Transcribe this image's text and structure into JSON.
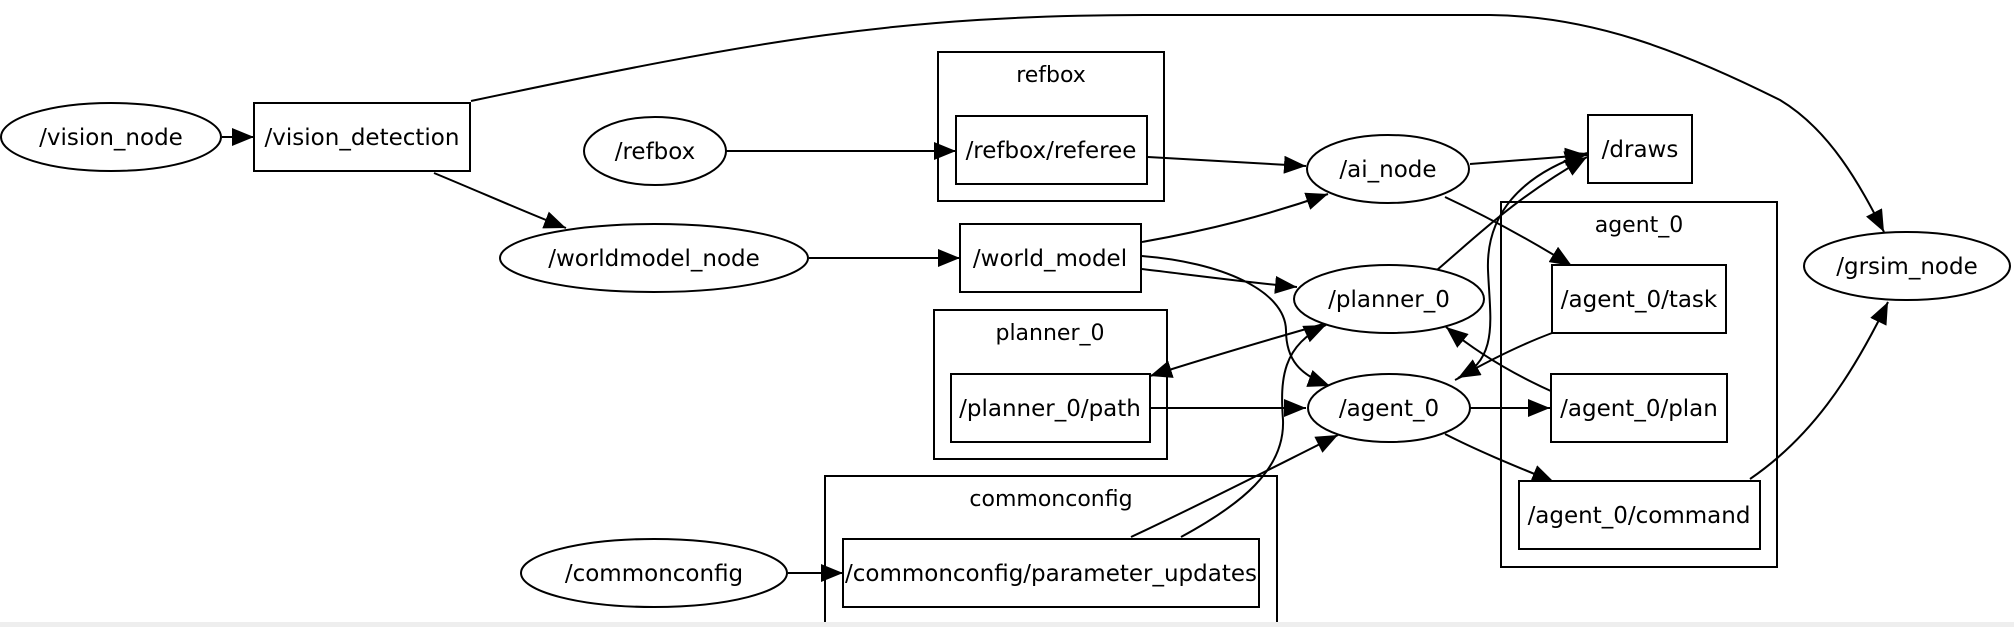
{
  "graph": {
    "clusters": {
      "refbox": "refbox",
      "agent_0": "agent_0",
      "planner_0": "planner_0",
      "commonconfig": "commonconfig"
    },
    "nodes": {
      "vision_node": "/vision_node",
      "vision_detection": "/vision_detection",
      "refbox": "/refbox",
      "refbox_referee": "/refbox/referee",
      "worldmodel_node": "/worldmodel_node",
      "world_model": "/world_model",
      "ai_node": "/ai_node",
      "draws": "/draws",
      "planner_0": "/planner_0",
      "agent_0_task": "/agent_0/task",
      "grsim_node": "/grsim_node",
      "planner_0_path": "/planner_0/path",
      "agent_0": "/agent_0",
      "agent_0_plan": "/agent_0/plan",
      "agent_0_command": "/agent_0/command",
      "commonconfig": "/commonconfig",
      "commonconfig_parameter_updates": "/commonconfig/parameter_updates"
    },
    "edges": [
      {
        "from": "/vision_node",
        "to": "/vision_detection"
      },
      {
        "from": "/vision_detection",
        "to": "/worldmodel_node"
      },
      {
        "from": "/vision_detection",
        "to": "/grsim_node"
      },
      {
        "from": "/refbox",
        "to": "/refbox/referee"
      },
      {
        "from": "/refbox/referee",
        "to": "/ai_node"
      },
      {
        "from": "/worldmodel_node",
        "to": "/world_model"
      },
      {
        "from": "/world_model",
        "to": "/ai_node"
      },
      {
        "from": "/world_model",
        "to": "/planner_0"
      },
      {
        "from": "/world_model",
        "to": "/agent_0"
      },
      {
        "from": "/ai_node",
        "to": "/draws"
      },
      {
        "from": "/ai_node",
        "to": "/agent_0/task"
      },
      {
        "from": "/planner_0",
        "to": "/draws"
      },
      {
        "from": "/planner_0",
        "to": "/planner_0/path"
      },
      {
        "from": "/agent_0/task",
        "to": "/agent_0"
      },
      {
        "from": "/agent_0",
        "to": "/draws"
      },
      {
        "from": "/agent_0/plan",
        "to": "/planner_0"
      },
      {
        "from": "/planner_0/path",
        "to": "/agent_0"
      },
      {
        "from": "/agent_0",
        "to": "/agent_0/plan"
      },
      {
        "from": "/agent_0",
        "to": "/agent_0/command"
      },
      {
        "from": "/agent_0/command",
        "to": "/grsim_node"
      },
      {
        "from": "/commonconfig",
        "to": "/commonconfig/parameter_updates"
      },
      {
        "from": "/commonconfig/parameter_updates",
        "to": "/agent_0"
      },
      {
        "from": "/commonconfig/parameter_updates",
        "to": "/planner_0"
      }
    ]
  }
}
